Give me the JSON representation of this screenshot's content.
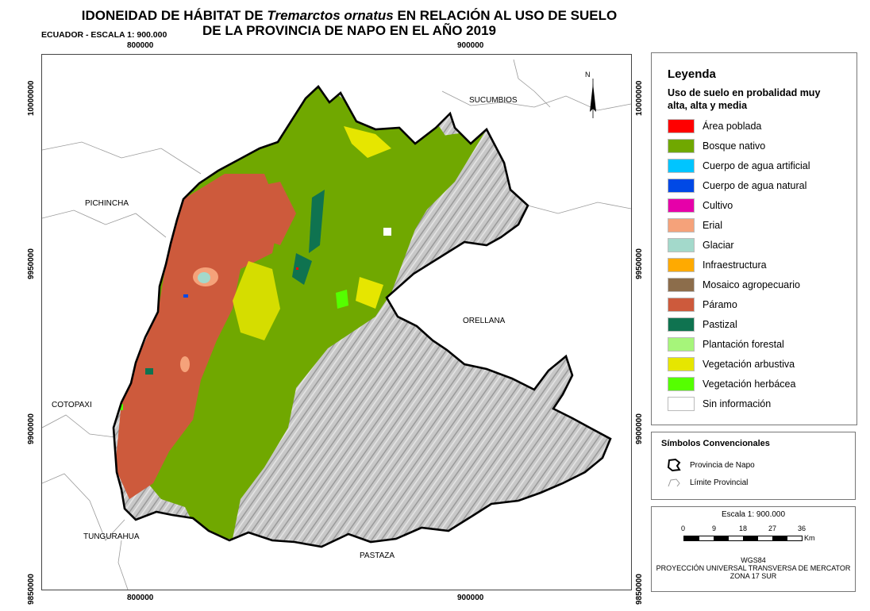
{
  "title": {
    "line1_pre": "IDONEIDAD DE HÁBITAT DE ",
    "line1_species": "Tremarctos ornatus",
    "line1_post": " EN RELACIÓN AL USO DE SUELO",
    "line2": "DE LA PROVINCIA DE NAPO EN EL AÑO 2019"
  },
  "subtitle": "ECUADOR - ESCALA 1: 900.000",
  "grid": {
    "x_ticks": [
      "800000",
      "900000"
    ],
    "y_ticks": [
      "10000000",
      "9950000",
      "9900000",
      "9850000"
    ]
  },
  "provinces": {
    "sucumbios": "SUCUMBIOS",
    "pichincha": "PICHINCHA",
    "orellana": "ORELLANA",
    "cotopaxi": "COTOPAXI",
    "tungurahua": "TUNGURAHUA",
    "pastaza": "PASTAZA"
  },
  "north_arrow": "N",
  "legend": {
    "title": "Leyenda",
    "subtitle": "Uso de suelo en probalidad muy alta, alta y media",
    "items": [
      {
        "label": "Área poblada",
        "color": "#ff0000"
      },
      {
        "label": "Bosque nativo",
        "color": "#70a800"
      },
      {
        "label": "Cuerpo de agua artificial",
        "color": "#00c5ff"
      },
      {
        "label": "Cuerpo de agua natural",
        "color": "#0049e6"
      },
      {
        "label": "Cultivo",
        "color": "#e600a9"
      },
      {
        "label": "Erial",
        "color": "#f5a27a"
      },
      {
        "label": "Glaciar",
        "color": "#a3d9cb"
      },
      {
        "label": "Infraestructura",
        "color": "#ffaa00"
      },
      {
        "label": "Mosaico agropecuario",
        "color": "#8c6d4b"
      },
      {
        "label": "Páramo",
        "color": "#cd5a3c"
      },
      {
        "label": "Pastizal",
        "color": "#0f7350"
      },
      {
        "label": "Plantación forestal",
        "color": "#a6f57a"
      },
      {
        "label": "Vegetación arbustiva",
        "color": "#e6e600"
      },
      {
        "label": "Vegetación herbácea",
        "color": "#55ff00"
      },
      {
        "label": "Sin información",
        "color": "#ffffff"
      }
    ]
  },
  "conventions": {
    "title": "Símbolos Convencionales",
    "items": [
      {
        "label": "Provincia de Napo"
      },
      {
        "label": "Límite Provincial"
      }
    ]
  },
  "scale": {
    "title": "Escala 1: 900.000",
    "ticks": [
      "0",
      "9",
      "18",
      "27",
      "36"
    ],
    "unit": "Km"
  },
  "projection": {
    "line1": "WGS84",
    "line2": "PROYECCIÓN UNIVERSAL TRANSVERSA DE MERCATOR",
    "line3": "ZONA 17 SUR"
  }
}
